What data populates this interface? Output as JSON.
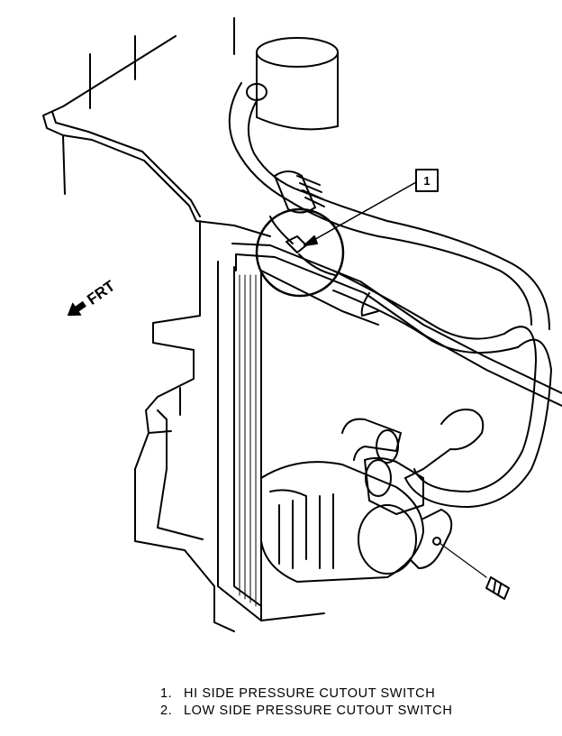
{
  "figure": {
    "callout": "1",
    "direction_label": "FRT"
  },
  "legend": [
    {
      "number": "1.",
      "text": "HI SIDE PRESSURE CUTOUT SWITCH"
    },
    {
      "number": "2.",
      "text": "LOW SIDE PRESSURE CUTOUT SWITCH"
    }
  ]
}
